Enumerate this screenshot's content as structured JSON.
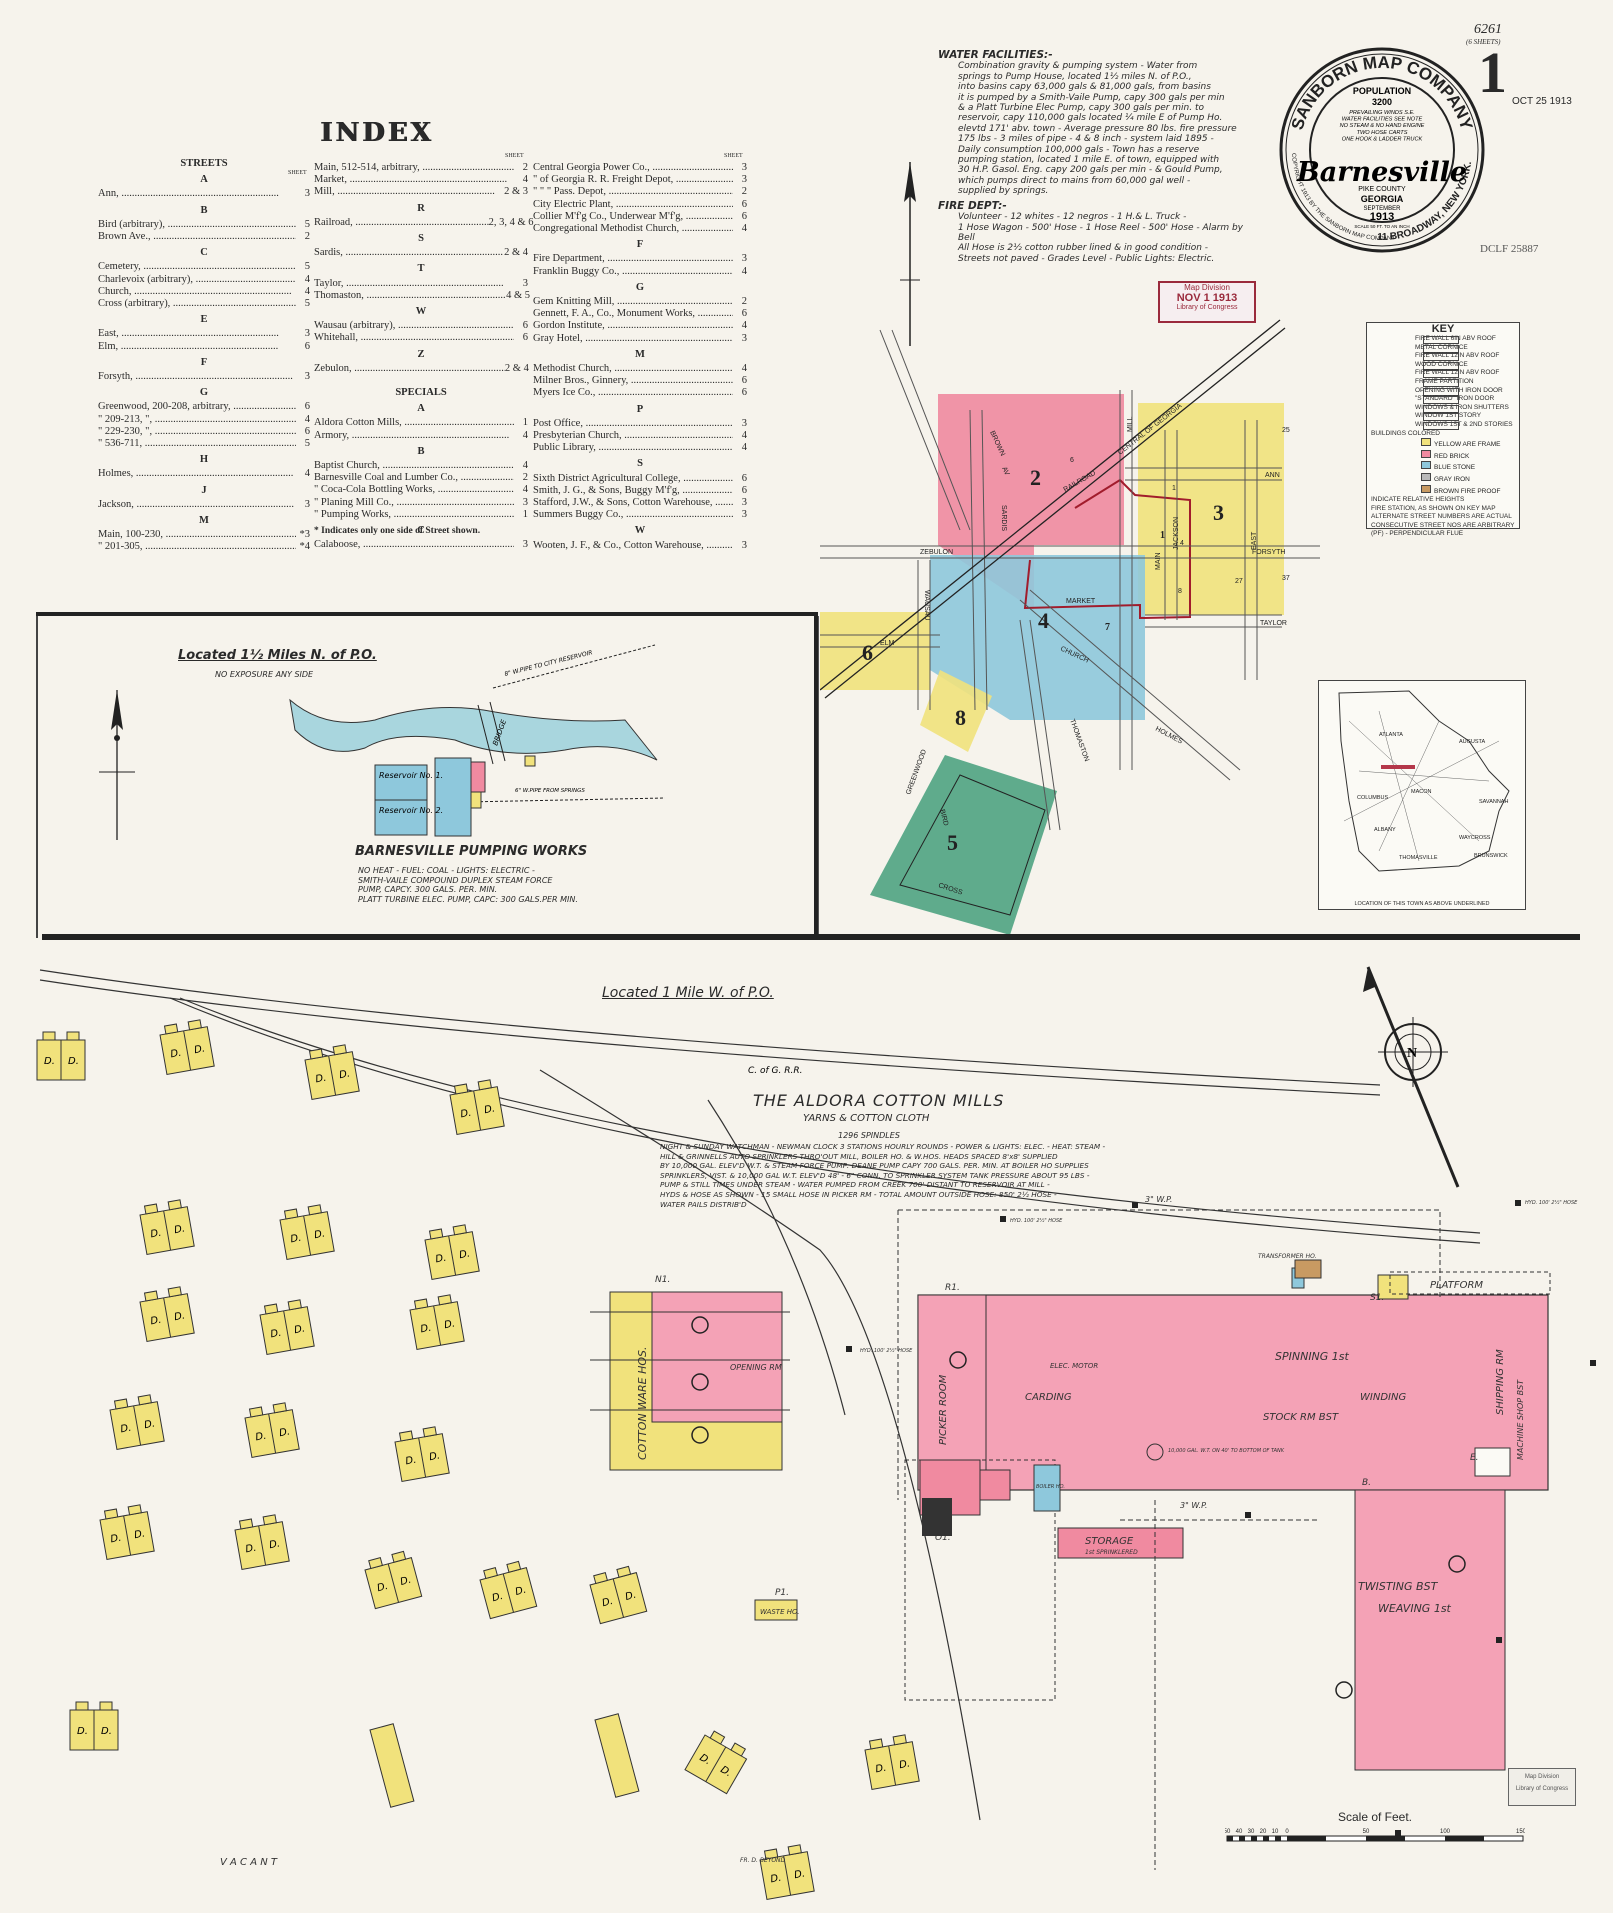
{
  "header": {
    "catalog_no": "6261",
    "sheets": "(6 SHEETS)",
    "sheet_no": "1",
    "received_date": "OCT 25 1913",
    "copyright_no": "DCLF 25887"
  },
  "index": {
    "title": "INDEX",
    "streets_heading": "STREETS",
    "sheet_label": "SHEET",
    "streets": [
      {
        "letter": "A",
        "rows": [
          {
            "name": "Ann",
            "sheet": "3"
          }
        ]
      },
      {
        "letter": "B",
        "rows": [
          {
            "name": "Bird (arbitrary)",
            "sheet": "5"
          },
          {
            "name": "Brown Ave.",
            "sheet": "2"
          }
        ]
      },
      {
        "letter": "C",
        "rows": [
          {
            "name": "Cemetery",
            "sheet": "5"
          },
          {
            "name": "Charlevoix (arbitrary)",
            "sheet": "4"
          },
          {
            "name": "Church",
            "sheet": "4"
          },
          {
            "name": "Cross (arbitrary)",
            "sheet": "5"
          }
        ]
      },
      {
        "letter": "E",
        "rows": [
          {
            "name": "East",
            "sheet": "3"
          },
          {
            "name": "Elm",
            "sheet": "6"
          }
        ]
      },
      {
        "letter": "F",
        "rows": [
          {
            "name": "Forsyth",
            "sheet": "3"
          }
        ]
      },
      {
        "letter": "G",
        "rows": [
          {
            "name": "Greenwood, 200-208, arbitrary",
            "sheet": "6"
          },
          {
            "name": "\" 209-213, \"",
            "sheet": "4"
          },
          {
            "name": "\" 229-230, \"",
            "sheet": "6"
          },
          {
            "name": "\" 536-711",
            "sheet": "5"
          }
        ]
      },
      {
        "letter": "H",
        "rows": [
          {
            "name": "Holmes",
            "sheet": "4"
          }
        ]
      },
      {
        "letter": "J",
        "rows": [
          {
            "name": "Jackson",
            "sheet": "3"
          }
        ]
      },
      {
        "letter": "M",
        "rows": [
          {
            "name": "Main, 100-230",
            "sheet": "*3"
          },
          {
            "name": "\" 201-305",
            "sheet": "*4"
          }
        ]
      }
    ],
    "col2_streets": [
      {
        "letter": "",
        "rows": [
          {
            "name": "Main, 512-514, arbitrary",
            "sheet": "2"
          },
          {
            "name": "Market",
            "sheet": "4"
          },
          {
            "name": "Mill",
            "sheet": "2 & 3"
          }
        ]
      },
      {
        "letter": "R",
        "rows": [
          {
            "name": "Railroad",
            "sheet": "2, 3, 4 & 6"
          }
        ]
      },
      {
        "letter": "S",
        "rows": [
          {
            "name": "Sardis",
            "sheet": "2 & 4"
          }
        ]
      },
      {
        "letter": "T",
        "rows": [
          {
            "name": "Taylor",
            "sheet": "3"
          },
          {
            "name": "Thomaston",
            "sheet": "4 & 5"
          }
        ]
      },
      {
        "letter": "W",
        "rows": [
          {
            "name": "Wausau (arbitrary)",
            "sheet": "6"
          },
          {
            "name": "Whitehall",
            "sheet": "6"
          }
        ]
      },
      {
        "letter": "Z",
        "rows": [
          {
            "name": "Zebulon",
            "sheet": "2 & 4"
          }
        ]
      }
    ],
    "specials_heading": "SPECIALS",
    "specials_col2": [
      {
        "letter": "A",
        "rows": [
          {
            "name": "Aldora Cotton Mills",
            "sheet": "1"
          },
          {
            "name": "Armory",
            "sheet": "4"
          }
        ]
      },
      {
        "letter": "B",
        "rows": [
          {
            "name": "Baptist Church",
            "sheet": "4"
          },
          {
            "name": "Barnesville Coal and Lumber Co.",
            "sheet": "2"
          },
          {
            "name": "\" Coca-Cola Bottling Works",
            "sheet": "4"
          },
          {
            "name": "\" Planing Mill Co.",
            "sheet": "3"
          },
          {
            "name": "\" Pumping Works",
            "sheet": "1"
          }
        ]
      },
      {
        "letter": "C",
        "rows": [
          {
            "name": "Calaboose",
            "sheet": "3"
          }
        ]
      }
    ],
    "specials_col3": [
      {
        "letter": "",
        "rows": [
          {
            "name": "Central Georgia Power Co.",
            "sheet": "3"
          },
          {
            "name": "\" of Georgia R. R. Freight Depot",
            "sheet": "3"
          },
          {
            "name": "\" \" \" Pass. Depot",
            "sheet": "2"
          },
          {
            "name": "City Electric Plant",
            "sheet": "6"
          },
          {
            "name": "Collier M'f'g Co., Underwear M'f'g",
            "sheet": "6"
          },
          {
            "name": "Congregational Methodist Church",
            "sheet": "4"
          }
        ]
      },
      {
        "letter": "F",
        "rows": [
          {
            "name": "Fire Department",
            "sheet": "3"
          },
          {
            "name": "Franklin Buggy Co.",
            "sheet": "4"
          }
        ]
      },
      {
        "letter": "G",
        "rows": [
          {
            "name": "Gem Knitting Mill",
            "sheet": "2"
          },
          {
            "name": "Gennett, F. A., Co., Monument Works",
            "sheet": "6"
          },
          {
            "name": "Gordon Institute",
            "sheet": "4"
          },
          {
            "name": "Gray Hotel",
            "sheet": "3"
          }
        ]
      },
      {
        "letter": "M",
        "rows": [
          {
            "name": "Methodist Church",
            "sheet": "4"
          },
          {
            "name": "Milner Bros., Ginnery",
            "sheet": "6"
          },
          {
            "name": "Myers Ice Co.",
            "sheet": "6"
          }
        ]
      },
      {
        "letter": "P",
        "rows": [
          {
            "name": "Post Office",
            "sheet": "3"
          },
          {
            "name": "Presbyterian Church",
            "sheet": "4"
          },
          {
            "name": "Public Library",
            "sheet": "4"
          }
        ]
      },
      {
        "letter": "S",
        "rows": [
          {
            "name": "Sixth District Agricultural College",
            "sheet": "6"
          },
          {
            "name": "Smith, J. G., & Sons, Buggy M'f'g",
            "sheet": "6"
          },
          {
            "name": "Stafford, J.W., & Sons, Cotton Warehouse",
            "sheet": "3"
          },
          {
            "name": "Summers Buggy Co.",
            "sheet": "3"
          }
        ]
      },
      {
        "letter": "W",
        "rows": [
          {
            "name": "Wooten, J. F., & Co., Cotton Warehouse",
            "sheet": "3"
          }
        ]
      }
    ],
    "footnote": "* Indicates only one side of Street shown."
  },
  "water": {
    "label": "WATER FACILITIES:-",
    "lines": [
      "Combination gravity & pumping system - Water from",
      "springs to Pump House, located 1½ miles N. of P.O.,",
      "into basins capy 63,000 gals & 81,000 gals, from basins",
      "it is pumped by a Smith-Vaile Pump, capy 300 gals per min",
      "& a Platt Turbine Elec Pump, capy 300 gals per min. to",
      "reservoir, capy 110,000 gals located ¼ mile E of Pump Ho.",
      "elevtd 171' abv. town - Average pressure 80 lbs. fire pressure",
      "175 lbs - 3 miles of pipe - 4 & 8 inch - system laid 1895 -",
      "Daily consumption 100,000 gals - Town has a reserve",
      "pumping station, located 1 mile E. of town, equipped with",
      "30 H.P. Gasol. Eng. capy 200 gals per min - & Gould Pump,",
      "which pumps direct to mains from 60,000 gal well -",
      "supplied by springs."
    ],
    "fire_label": "FIRE DEPT:-",
    "fire_lines": [
      "Volunteer - 12 whites - 12 negros - 1 H.& L. Truck -",
      "1 Hose Wagon - 500' Hose - 1 Hose Reel - 500' Hose - Alarm by Bell",
      "All Hose is 2½ cotton rubber lined & in good condition -"
    ],
    "streets_line": "Streets not paved - Grades Level - Public Lights: Electric."
  },
  "seal": {
    "company": "SANBORN MAP COMPANY",
    "population_label": "POPULATION",
    "population": "3200",
    "notes": [
      "PREVAILING WINDS S.E.",
      "WATER FACILITIES SEE NOTE",
      "NO STEAM & NO HAND ENGINE",
      "TWO HOSE CARTS",
      "ONE HOOK & LADDER TRUCK"
    ],
    "town": "Barnesville",
    "county": "PIKE COUNTY",
    "state": "GEORGIA",
    "month": "SEPTEMBER",
    "year": "1913",
    "scale": "SCALE 50 FT. TO AN INCH",
    "address": "11 BROADWAY, NEW YORK.",
    "copyright": "COPYRIGHT 1913 BY THE SANBORN MAP COMPANY"
  },
  "stamps": {
    "map_division": "Map Division",
    "date": "NOV 1 1913",
    "library": "Library of Congress",
    "bottom_1": "Map Division",
    "bottom_2": "Library of Congress"
  },
  "key": {
    "title": "KEY",
    "rows": [
      "FIRE WALL 6IN ABV ROOF",
      "METAL CORNICE",
      "FIRE WALL 12IN ABV ROOF",
      "WOOD CORNICE",
      "FIRE WALL 12IN ABV ROOF",
      "FRAME PARTITION",
      "OPENING WITH IRON DOOR",
      "\"STANDARD\" IRON DOOR",
      "WINDOWS & IRON SHUTTERS",
      "WINDOW 1ST STORY",
      "WINDOWS 1ST & 2ND STORIES"
    ],
    "colors_heading": "BUILDINGS COLORED",
    "colors": [
      {
        "name": "YELLOW",
        "meaning": "ARE FRAME",
        "hex": "#f1e27c"
      },
      {
        "name": "RED",
        "meaning": "BRICK",
        "hex": "#f08aa0"
      },
      {
        "name": "BLUE",
        "meaning": "STONE",
        "hex": "#8ec8dc"
      },
      {
        "name": "GRAY",
        "meaning": "IRON",
        "hex": "#b9b9b9"
      },
      {
        "name": "BROWN",
        "meaning": "FIRE PROOF",
        "hex": "#c89a62"
      }
    ],
    "extra": [
      "INDICATE RELATIVE HEIGHTS",
      "FIRE STATION, AS SHOWN ON KEY MAP",
      "ALTERNATE STREET NUMBERS ARE ACTUAL",
      "CONSECUTIVE STREET NOS ARE ARBITRARY",
      "(PF) - PERPENDICULAR FLUE"
    ]
  },
  "keymap": {
    "sheets": [
      "1",
      "2",
      "3",
      "4",
      "5",
      "6",
      "7",
      "8"
    ],
    "streets": [
      "BROWN",
      "AV",
      "SARDIS",
      "MILL",
      "MAIN",
      "JACKSON",
      "EAST",
      "ANN",
      "ZEBULON",
      "FORSYTH",
      "MARKET",
      "TAYLOR",
      "ELM",
      "WAUSAU",
      "CHURCH",
      "HOLMES",
      "THOMASTON",
      "BIRD",
      "CROSS",
      "GREENWOOD",
      "RAILROAD",
      "CENTRAL OF GEORGIA"
    ],
    "numbers": [
      "25",
      "37",
      "27",
      "1",
      "8",
      "4",
      "6"
    ]
  },
  "location_map": {
    "caption": "LOCATION OF THIS TOWN AS ABOVE UNDERLINED",
    "places": [
      "ATLANTA",
      "AUGUSTA",
      "MACON",
      "COLUMBUS",
      "SAVANNAH",
      "WAYCROSS",
      "THOMASVILLE",
      "ALBANY",
      "BRUNSWICK"
    ]
  },
  "pumping": {
    "title": "Located 1½ Miles N. of P.O.",
    "exposure": "NO EXPOSURE ANY SIDE",
    "name": "BARNESVILLE PUMPING WORKS",
    "details": [
      "NO HEAT - FUEL: COAL - LIGHTS: ELECTRIC -",
      "SMITH-VAILE COMPOUND DUPLEX STEAM FORCE",
      "PUMP, CAPCY. 300 GALS. PER. MIN.",
      "PLATT TURBINE ELEC. PUMP, CAPC: 300 GALS.PER MIN."
    ],
    "reservoir1": "Reservoir No. 1.",
    "reservoir2": "Reservoir No. 2.",
    "bridge": "BRIDGE",
    "pipe": "8\" W.PIPE TO CITY RESERVOIR",
    "pipe2": "6\" W.PIPE FROM SPRINGS"
  },
  "mill": {
    "located": "Located 1 Mile W. of P.O.",
    "railroad": "C. of G. R.R.",
    "name": "THE ALDORA COTTON MILLS",
    "product": "YARNS & COTTON CLOTH",
    "spindles": "1296 SPINDLES",
    "notes": [
      "NIGHT & SUNDAY WATCHMAN - NEWMAN CLOCK 3 STATIONS HOURLY ROUNDS - POWER & LIGHTS: ELEC. - HEAT: STEAM -",
      "HILL & GRINNELLS AUTO SPRINKLERS THRO'OUT MILL, BOILER HO. & W.HOS. HEADS SPACED 8'x8' SUPPLIED",
      "BY 10,000 GAL. ELEV'D W.T. & STEAM FORCE PUMP: DEANE PUMP CAPY 700 GALS. PER. MIN. AT BOILER HO SUPPLIES",
      "SPRINKLERS, VIST. & 10,000 GAL W.T. ELEV'D 48' - 6\" CONN. TO SPRINKLER SYSTEM TANK PRESSURE ABOUT 95 LBS -",
      "PUMP & STILL TIMES UNDER STEAM - WATER PUMPED FROM CREEK 700' DISTANT TO RESERVOIR AT MILL -",
      "HYDS & HOSE AS SHOWN - 15 SMALL HOSE IN PICKER RM - TOTAL AMOUNT OUTSIDE HOSE: 850' 2½ HOSE -",
      "WATER PAILS DISTRIB'D"
    ],
    "platform": "PLATFORM",
    "picker": "PICKER ROOM",
    "carding": "CARDING",
    "spinning": "SPINNING 1st",
    "winding": "WINDING",
    "stock": "STOCK RM BST",
    "shipping": "SHIPPING RM",
    "machine": "MACHINE SHOP BST",
    "elec_motor": "ELEC. MOTOR",
    "twisting": "TWISTING BST",
    "weaving": "WEAVING 1st",
    "storage": "STORAGE",
    "storage_sub": "1st SPRINKLERED",
    "warehouse": "COTTON WARE HOS.",
    "opening": "OPENING RM",
    "waste": "WASTE HO.",
    "transformer": "TRANSFORMER HO.",
    "boiler": "BOILER HO.",
    "wp": "3\" W.P.",
    "vacant": "V A C A N T",
    "beyond": "FR. D. BEYOND",
    "tank": "10,000 GAL. W.T. ON 40' TO BOTTOM OF TANK",
    "hydrant": "HYD. 100' 2½\" HOSE",
    "labels": [
      "N1.",
      "S1.",
      "R1.",
      "O1.",
      "P1.",
      "E.",
      "B."
    ]
  },
  "scale": {
    "title": "Scale of Feet.",
    "ticks": [
      "50",
      "40",
      "30",
      "20",
      "10",
      "0",
      "50",
      "100",
      "150"
    ]
  },
  "marks": {
    "d": "D.",
    "compass": "N"
  }
}
